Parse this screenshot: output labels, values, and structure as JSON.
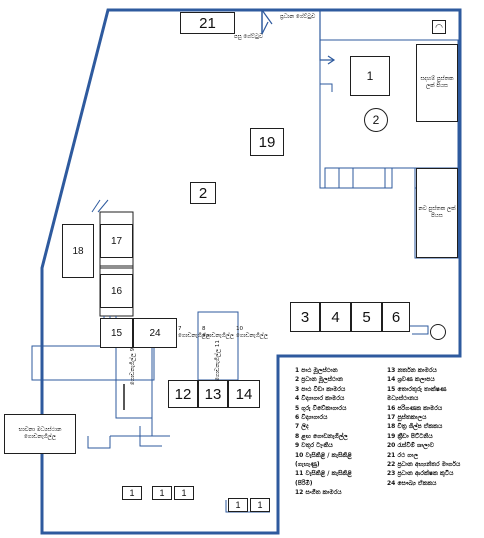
{
  "rooms": {
    "r21": "21",
    "r1_main": "1",
    "r2_circle": "2",
    "r19": "19",
    "r2_main": "2",
    "r18": "18",
    "r17": "17",
    "r16": "16",
    "r15": "15",
    "r24": "24",
    "r3": "3",
    "r4": "4",
    "r5": "5",
    "r6": "6",
    "r12": "12",
    "r13": "13",
    "r14": "14",
    "t1a": "1",
    "t1b": "1",
    "t1c": "1",
    "t1d": "1",
    "t1e": "1"
  },
  "labels": {
    "entrance_top": "ප්‍රධාන ගේට්ටුව",
    "exit_top": "පසු ගේට්ටුව",
    "right_block_upper": "සදහම් පුස්තක ලක් පියස",
    "right_block_lower": "නව පුස්තක ලක් පියස",
    "block7": "7 ගොඩනැගිල්ල",
    "block8": "8 ගොඩනැගිල්ල",
    "block10": "10 ගොඩනැගිල්ල",
    "block9": "ගොඩනැගිල්ල 9",
    "block11": "ගොඩනැගිල්ල 11",
    "bottom_left_box": "භාවනා මධ්‍යස්ථාන ගොඩනැගිල්ල"
  },
  "legend": {
    "col1": [
      "1 පාඨ මූලස්ථාන",
      "2 ප්‍රධාන මූලස්ථාන",
      "3 පාඨ වීඩා කාමරය",
      "4 විද්‍යාගාර කාමරය",
      "5 ගුරු විවේකාගාරය",
      "6 විද්‍යාගාරය",
      "7 ලිද",
      "8 ළඟ ගොඩනැගිල්ල",
      "9 වතුර ටැංකිය",
      "10 වැසිකිළි / කැසිකිළි",
      "(ගැහැණු)",
      "11 වැසිකිළි / කැසිකිළි",
      "(පිරිමි)",
      "12 සංගීත කාමරය"
    ],
    "col2": [
      "13 නර්තන කාමරය",
      "14 ශ්‍රවණ කලාපය",
      "15 තොරතුරු තාක්ෂණ මධ්‍යස්ථානය",
      "16 පරිගණක කාමරය",
      "17 පුස්තකාලය",
      "18 චිත්‍ර ශිල්ප ඒකකය",
      "19 ක්‍රීඩා පිට්ටනිය",
      "20 රැස්වීම් ශාලාව",
      "21 රථ ගාල",
      "22 ප්‍රධාන අභ්‍යන්තර මාර්ගය",
      "23 ප්‍රධාන ආරක්ෂක කුටිය",
      "24 සෞඛ්‍ය ඒකකය"
    ]
  }
}
